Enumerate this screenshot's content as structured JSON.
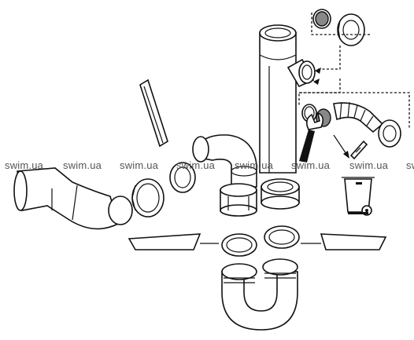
{
  "watermark": {
    "labels": [
      "swim.ua",
      "swim.ua",
      "swim.ua",
      "swim.ua",
      "swim.ua",
      "swim.ua",
      "swim.ua",
      "swim.ua"
    ]
  },
  "palette": {
    "line": "#111111",
    "gasket": "#888888",
    "watermark": "#555555"
  },
  "icons": [
    "wrench-icon",
    "recycle-bin-icon",
    "cutter-icon",
    "arrow-icon"
  ]
}
